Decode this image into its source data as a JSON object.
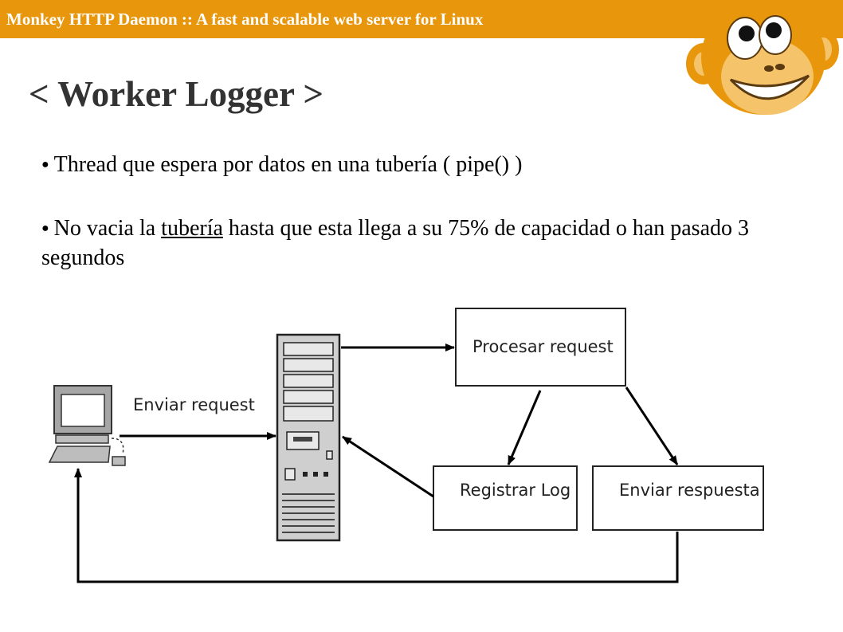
{
  "header": {
    "text": "Monkey HTTP Daemon :: A fast and scalable web server for Linux",
    "bar_color": "#e8960c"
  },
  "logo": {
    "icon": "monkey-logo-icon"
  },
  "slide": {
    "title": "< Worker Logger >",
    "bullets": [
      {
        "text": "Thread que espera por datos en una tubería ( pipe() )"
      },
      {
        "pre": "No vacia la ",
        "underlined": "tubería",
        "post": " hasta que esta llega a su 75% de capacidad o han pasado 3 segundos"
      }
    ]
  },
  "diagram": {
    "client_label": "Enviar request",
    "process_label": "Procesar request",
    "log_label": "Registrar Log",
    "response_label": "Enviar respuesta",
    "icons": [
      "workstation-icon",
      "server-tower-icon"
    ]
  }
}
